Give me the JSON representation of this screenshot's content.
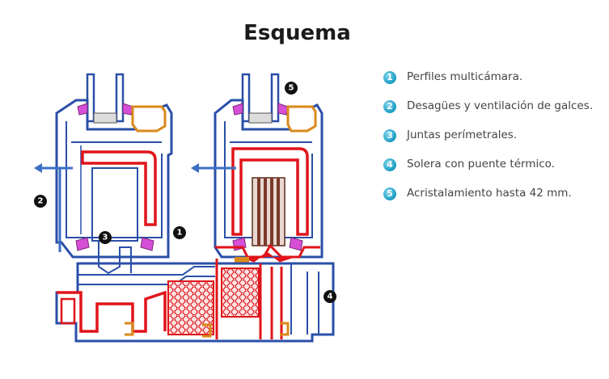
{
  "title": "Esquema",
  "legend": [
    {
      "number": "1",
      "text": "Perfiles multicámara."
    },
    {
      "number": "2",
      "text": "Desagües y ventilación de galces."
    },
    {
      "number": "3",
      "text": "Juntas perímetrales."
    },
    {
      "number": "4",
      "text": "Solera con puente térmico."
    },
    {
      "number": "5",
      "text": "Acristalamiento hasta 42 mm."
    }
  ],
  "callouts": [
    "1",
    "2",
    "3",
    "4",
    "5"
  ],
  "colors": {
    "profile_outline": "#2a4fa8",
    "steel_reinforcement": "#e0141a",
    "gasket": "#d64fd6",
    "glazing_bead": "#d98a1a",
    "thermal_break_fill": "#f7d0d0",
    "badge": "#1a9cc4",
    "callout": "#111111"
  }
}
